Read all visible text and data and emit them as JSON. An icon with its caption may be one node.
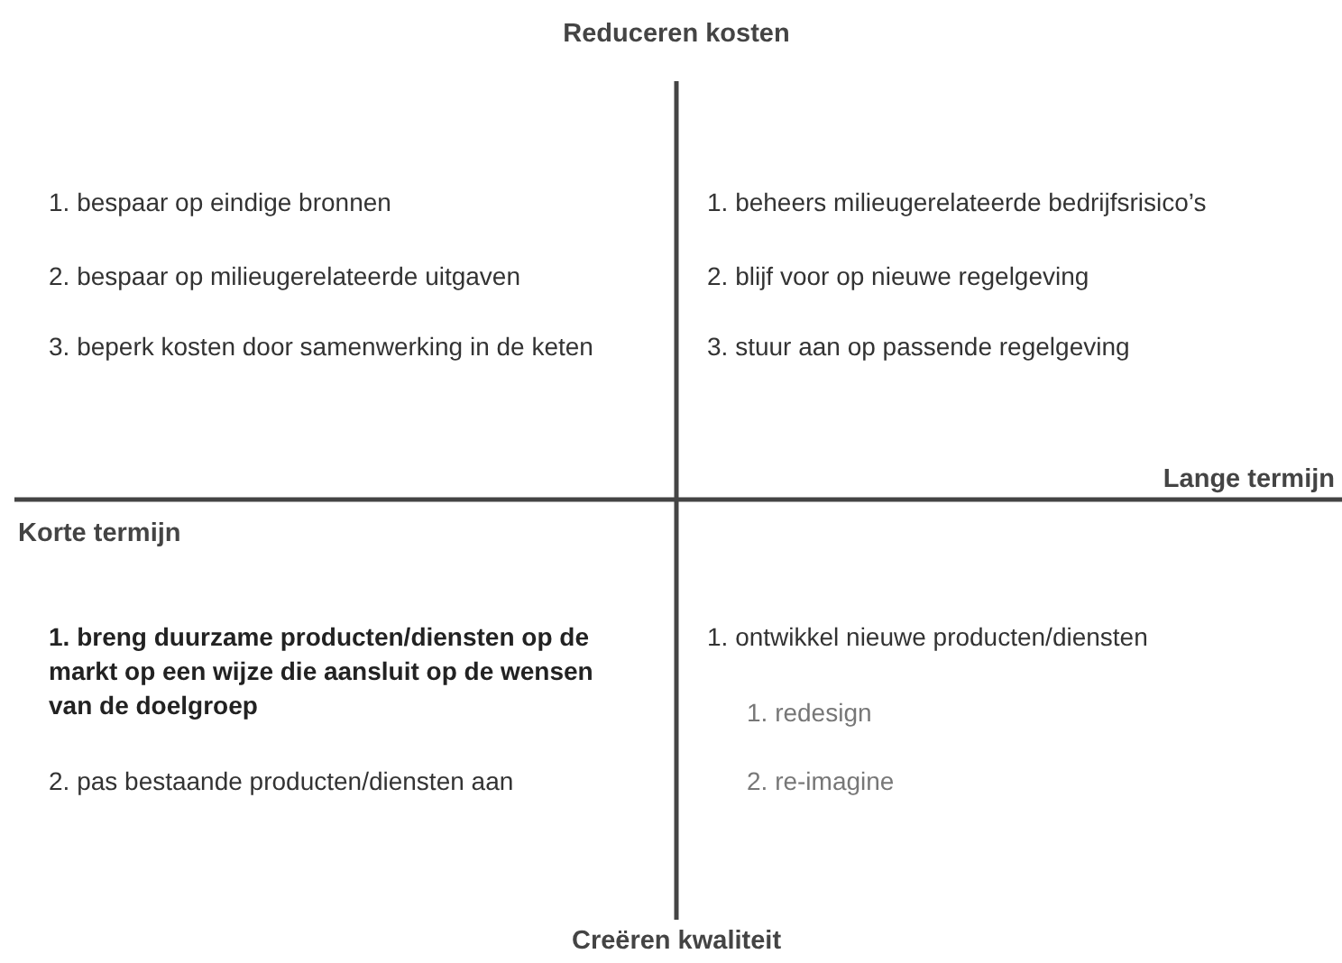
{
  "diagram": {
    "labels": [
      "Reduceren kosten",
      "1. bespaar op eindige bronnen",
      "2. bespaar op milieugerelateerde uitgaven",
      "3. beperk kosten door samenwerking in de keten",
      "1. beheers milieugerelateerde bedrijfsrisico’s",
      "2. blijf voor op nieuwe regelgeving",
      "3. stuur aan op passende regelgeving",
      "Lange termijn",
      "Korte termijn",
      "1. breng duurzame producten/diensten op de markt op een wijze die aansluit op de wensen van de doelgroep",
      "2. pas bestaande producten/diensten aan",
      "1. ontwikkel nieuwe producten/diensten",
      "1. redesign",
      "2. re-imagine",
      "Creëren kwaliteit"
    ]
  }
}
